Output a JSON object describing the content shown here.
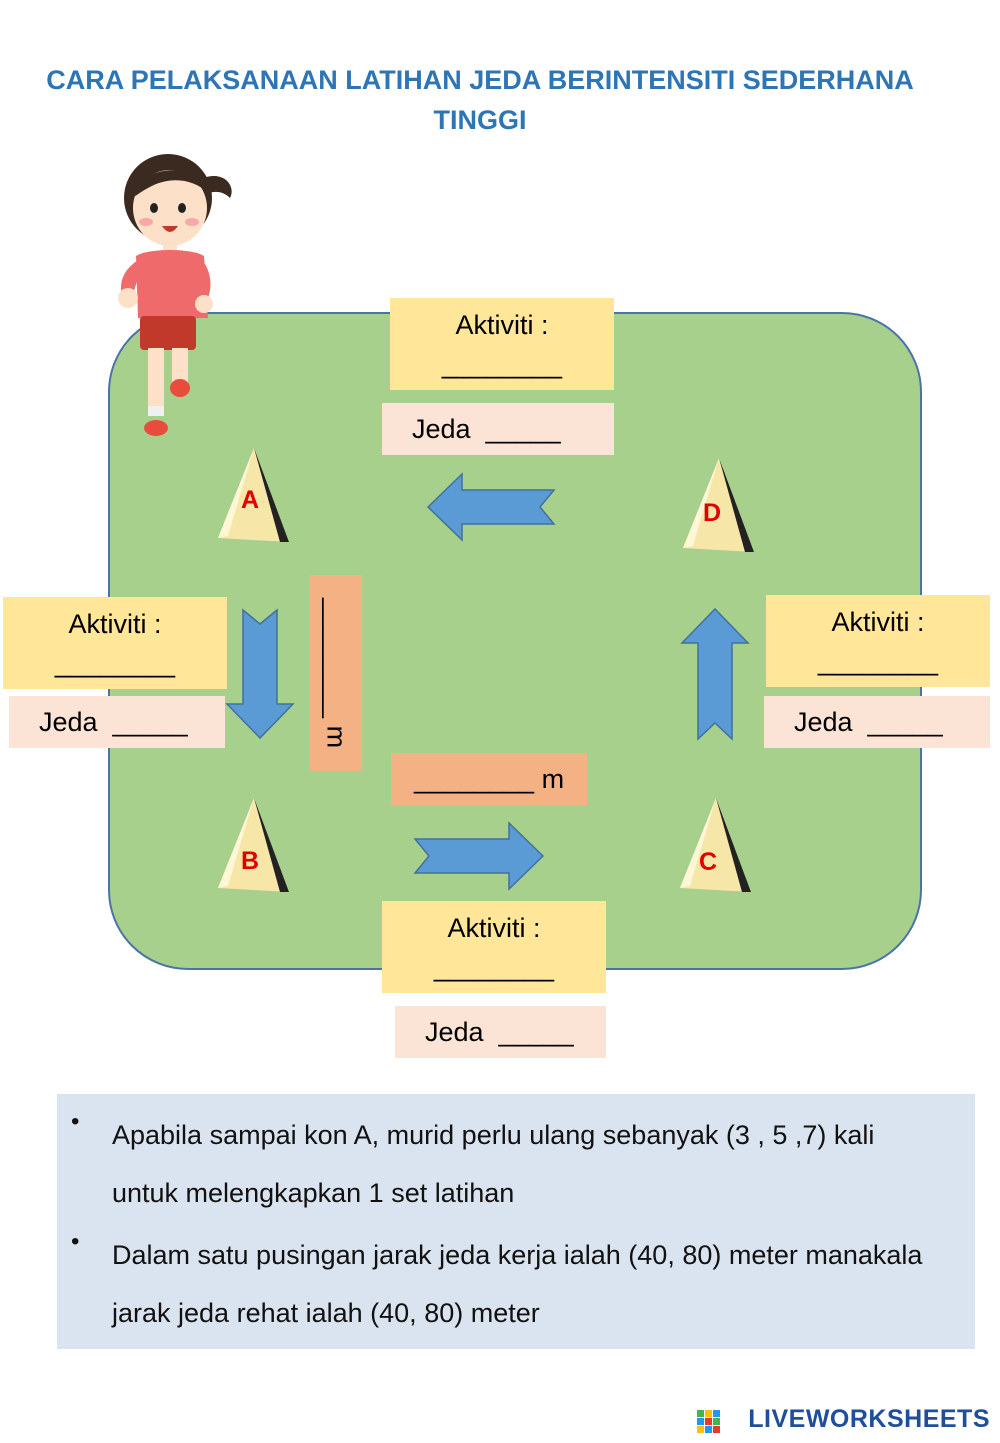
{
  "title": {
    "line1": "CARA PELAKSANAAN LATIHAN JEDA BERINTENSITI SEDERHANA",
    "line2": "TINGGI"
  },
  "activity_boxes": {
    "top": {
      "label": "Aktiviti :",
      "blank": "________"
    },
    "left": {
      "label": "Aktiviti :",
      "blank": "________"
    },
    "right": {
      "label": "Aktiviti :",
      "blank": "________"
    },
    "bottom": {
      "label": "Aktiviti :",
      "blank": "________"
    }
  },
  "jeda_boxes": {
    "top": "Jeda  _____",
    "left": "Jeda  _____",
    "right": "Jeda  _____",
    "bottom": "Jeda  _____"
  },
  "distance": {
    "vertical": "________ m",
    "horizontal": "________ m"
  },
  "cones": {
    "a": "A",
    "b": "B",
    "c": "C",
    "d": "D"
  },
  "notes": [
    "Apabila sampai kon A, murid perlu ulang sebanyak (3 , 5 ,7) kali untuk melengkapkan 1 set latihan",
    "Dalam satu pusingan jarak jeda kerja ialah  (40, 80) meter manakala jarak jeda rehat ialah (40, 80) meter"
  ],
  "bullet_char": "•",
  "logo": "LIVEWORKSHEETS",
  "colors": {
    "title": "#2e75b6",
    "field": "#a8d08d",
    "activity_box": "#ffe699",
    "jeda_box": "#fbe4d5",
    "meter_box": "#f4b183",
    "arrow": "#5b9bd5",
    "cone_letter": "#e00000",
    "notes_bg": "#dae3f0"
  },
  "icons": [
    "runner-girl-icon",
    "cone-icon",
    "arrow-left-icon",
    "arrow-right-icon",
    "arrow-up-icon",
    "arrow-down-icon",
    "liveworksheets-logo-icon"
  ]
}
